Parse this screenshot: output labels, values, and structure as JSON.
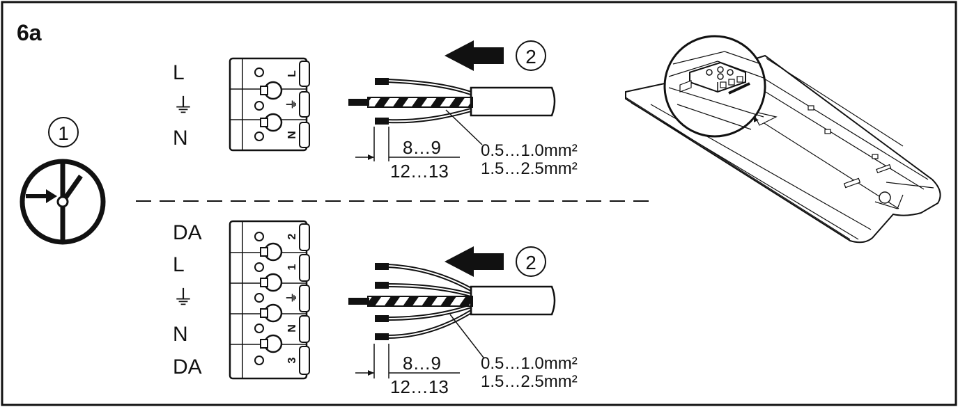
{
  "step_label": "6a",
  "switch_off": {
    "step_number": "1",
    "icon": "power-switch-off-icon"
  },
  "top_section": {
    "terminal_labels": [
      "L",
      "⏚",
      "N"
    ],
    "terminal_marks": [
      "L",
      "⏚",
      "N"
    ],
    "insert_step_number": "2",
    "strip_length_short": "8…9",
    "strip_length_long": "12…13",
    "wire_gauge_small": "0.5…1.0mm²",
    "wire_gauge_large": "1.5…2.5mm²"
  },
  "bottom_section": {
    "terminal_labels": [
      "DA",
      "L",
      "⏚",
      "N",
      "DA"
    ],
    "terminal_marks": [
      "2",
      "1",
      "⏚",
      "N",
      "3"
    ],
    "insert_step_number": "2",
    "strip_length_short": "8…9",
    "strip_length_long": "12…13",
    "wire_gauge_small": "0.5…1.0mm²",
    "wire_gauge_large": "1.5…2.5mm²"
  },
  "luminaire_detail": {
    "icon": "luminaire-housing-terminal-detail-icon"
  }
}
